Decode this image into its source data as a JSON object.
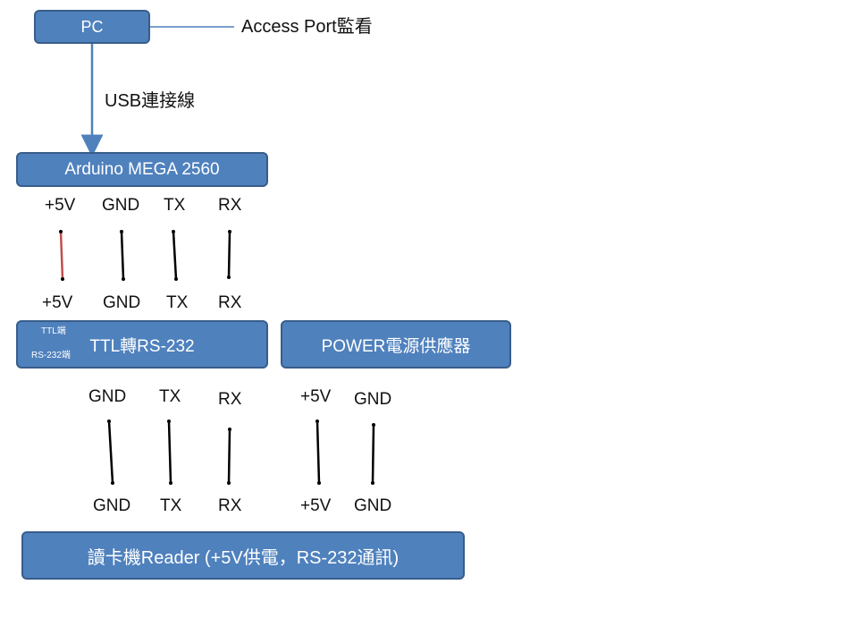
{
  "pc_label": "PC",
  "access_port_label": "Access Port監看",
  "usb_label": "USB連接線",
  "arduino_label": "Arduino MEGA 2560",
  "arduino_pins": [
    "+5V",
    "GND",
    "TX",
    "RX"
  ],
  "ttl_top_pins": [
    "+5V",
    "GND",
    "TX",
    "RX"
  ],
  "ttl_label": "TTL轉RS-232",
  "ttl_side_label": "TTL端",
  "rs232_side_label": "RS-232端",
  "power_label": "POWER電源供應器",
  "ttl_bottom_pins": [
    "GND",
    "TX",
    "RX"
  ],
  "power_pins": [
    "+5V",
    "GND"
  ],
  "reader_pins": [
    "GND",
    "TX",
    "RX",
    "+5V",
    "GND"
  ],
  "reader_label": "讀卡機Reader (+5V供電，RS-232通訊)",
  "colors": {
    "box_fill": "#4f81bd",
    "box_border": "#385d8a",
    "arrow": "#4f81bd",
    "wire_5v": "#c0504d",
    "wire_default": "#000000"
  }
}
